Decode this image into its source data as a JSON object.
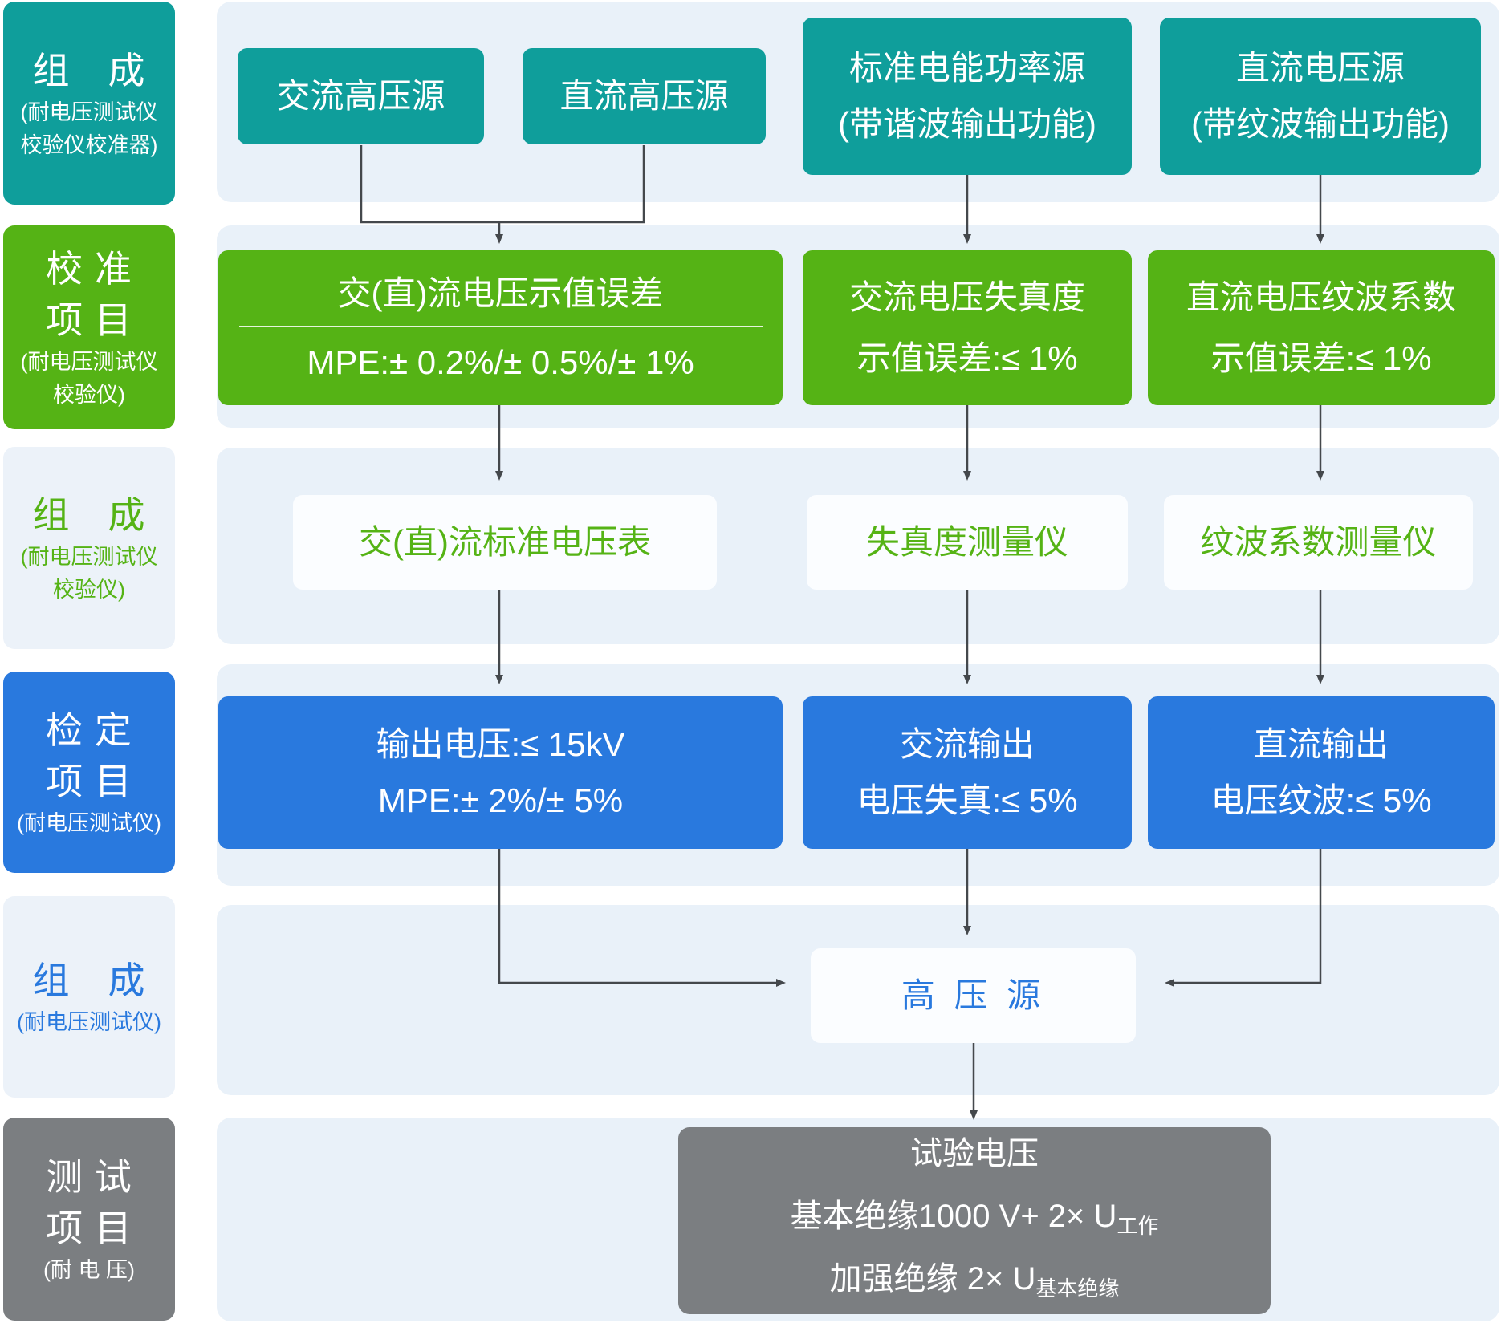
{
  "colors": {
    "teal": "#0f9e9b",
    "green": "#55b315",
    "blue": "#2979de",
    "gray": "#7b7e81",
    "row_background": "#e9f1f9",
    "card_background": "#fbfdff",
    "arrow": "#44484c"
  },
  "sidebar": {
    "rows": [
      {
        "title": "组　成",
        "sub1": "(耐电压测试仪",
        "sub2": "校验仪校准器)"
      },
      {
        "title1": "校 准",
        "title2": "项 目",
        "sub1": "(耐电压测试仪",
        "sub2": "校验仪)"
      },
      {
        "title": "组　成",
        "sub1": "(耐电压测试仪",
        "sub2": "校验仪)"
      },
      {
        "title1": "检 定",
        "title2": "项 目",
        "sub1": "(耐电压测试仪)"
      },
      {
        "title": "组　成",
        "sub1": "(耐电压测试仪)"
      },
      {
        "title1": "测 试",
        "title2": "项 目",
        "sub1": "(耐 电 压)"
      }
    ]
  },
  "flow": {
    "row1": {
      "boxes": [
        {
          "text": "交流高压源"
        },
        {
          "text": "直流高压源"
        },
        {
          "line1": "标准电能功率源",
          "line2": "(带谐波输出功能)"
        },
        {
          "line1": "直流电压源",
          "line2": "(带纹波输出功能)"
        }
      ]
    },
    "row2": {
      "boxes": [
        {
          "line1": "交(直)流电压示值误差",
          "line2": "MPE:± 0.2%/± 0.5%/± 1%"
        },
        {
          "line1": "交流电压失真度",
          "line2": "示值误差:≤ 1%"
        },
        {
          "line1": "直流电压纹波系数",
          "line2": "示值误差:≤ 1%"
        }
      ]
    },
    "row3": {
      "boxes": [
        {
          "text": "交(直)流标准电压表"
        },
        {
          "text": "失真度测量仪"
        },
        {
          "text": "纹波系数测量仪"
        }
      ]
    },
    "row4": {
      "boxes": [
        {
          "line1": "输出电压:≤ 15kV",
          "line2": "MPE:± 2%/± 5%"
        },
        {
          "line1": "交流输出",
          "line2": "电压失真:≤ 5%"
        },
        {
          "line1": "直流输出",
          "line2": "电压纹波:≤ 5%"
        }
      ]
    },
    "row5": {
      "hv_source": "高 压 源"
    },
    "row6": {
      "title": "试验电压",
      "line2_main": "基本绝缘1000 V+ 2× U",
      "line2_sub": "工作",
      "line3_main": "加强绝缘 2× U",
      "line3_sub": "基本绝缘"
    }
  }
}
